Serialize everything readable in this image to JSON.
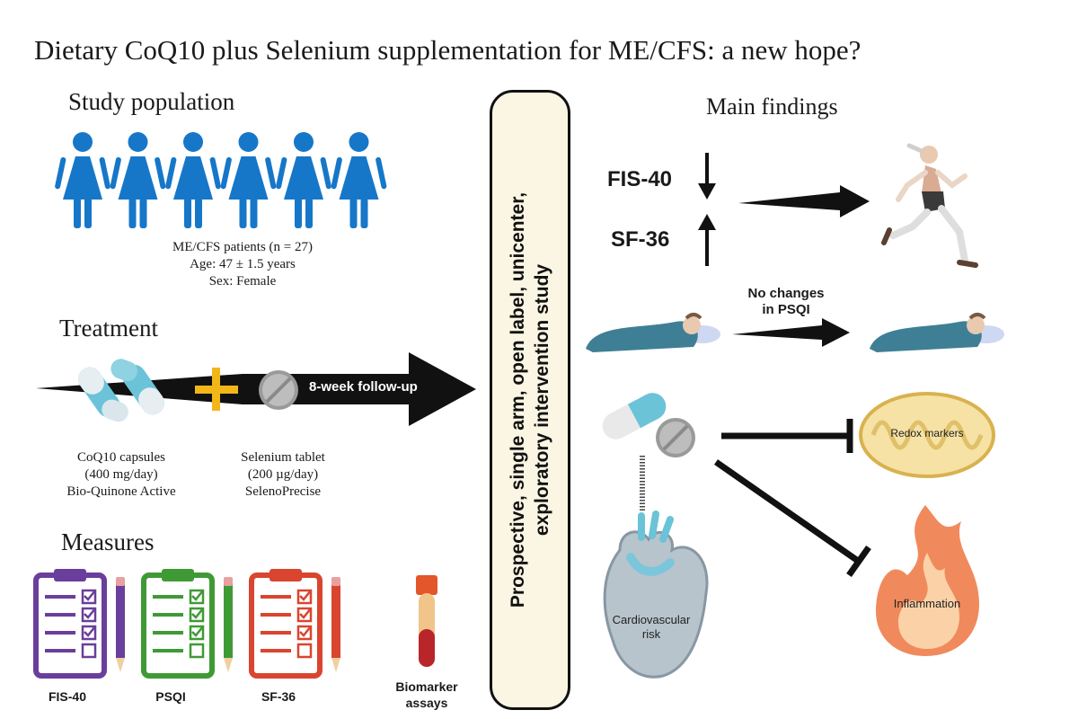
{
  "title": "Dietary CoQ10 plus Selenium supplementation for ME/CFS: a new hope?",
  "study_population": {
    "heading": "Study population",
    "patients": "ME/CFS patients (n = 27)",
    "age": "Age: 47 ± 1.5 years",
    "sex": "Sex: Female",
    "figure_count": 6,
    "figure_color": "#1677c9"
  },
  "treatment": {
    "heading": "Treatment",
    "arrow_label": "8-week follow-up",
    "coq10": {
      "line1": "CoQ10 capsules",
      "line2": "(400 mg/day)",
      "line3": "Bio-Quinone Active"
    },
    "selenium": {
      "line1": "Selenium tablet",
      "line2": "(200 µg/day)",
      "line3": "SelenoPrecise"
    }
  },
  "measures": {
    "heading": "Measures",
    "items": [
      {
        "label": "FIS-40",
        "color": "#6a3e9c"
      },
      {
        "label": "PSQI",
        "color": "#3f9a35"
      },
      {
        "label": "SF-36",
        "color": "#d9452f"
      }
    ],
    "biomarker": {
      "line1": "Biomarker",
      "line2": "assays"
    }
  },
  "study_design": {
    "line1": "Prospective, single arm, open label, unicenter,",
    "line2": "exploratory intervention study"
  },
  "main_findings": {
    "heading": "Main findings",
    "fis40": "FIS-40",
    "sf36": "SF-36",
    "psqi_line1": "No changes",
    "psqi_line2": "in PSQI",
    "redox": "Redox markers",
    "inflammation": "Inflammation",
    "cardio_line1": "Cardiovascular",
    "cardio_line2": "risk"
  },
  "colors": {
    "accent_yellow": "#f2b619",
    "capsule_blue": "#6bc3d8",
    "design_box_fill": "#fbf6e3"
  }
}
